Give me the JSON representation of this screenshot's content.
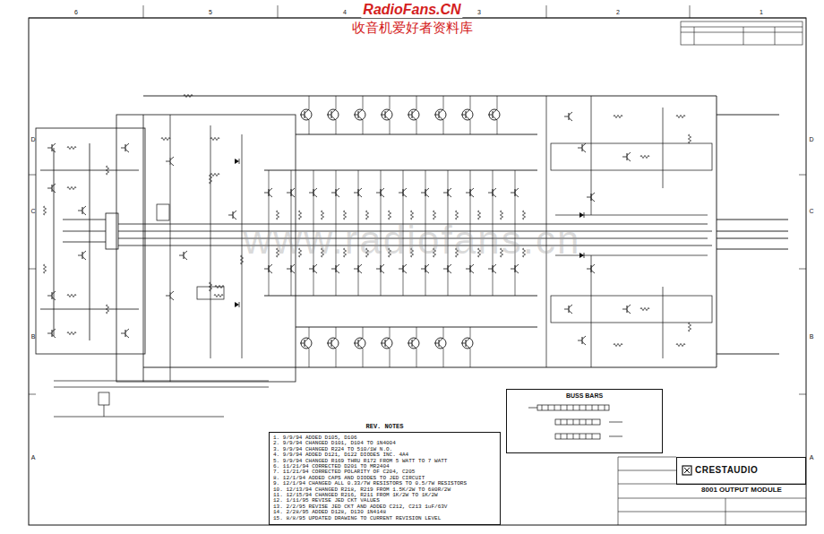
{
  "diagram": {
    "title": "8001 OUTPUT MODULE",
    "nodes": [
      {
        "text": [
          "REV. NOTES",
          "1. 9/9/94 ADDED D105, D106",
          "2. 9/9/94 CHANGED D101, D104 TO 1N4004",
          "3. 9/9/94 CHANGED R224 TO 510/1W N.O.",
          "4. 9/9/94 ADDED D121, D122 DIODES INC. 4A4",
          "5. 9/9/94 CHANGED R169 THRU R172 FROM 5 WATT TO 7 WATT",
          "6. 11/21/94 CORRECTED D201 TO MR2404",
          "7. 11/21/94 CORRECTED POLARITY OF C204, C205",
          "8. 12/1/94 ADDED CAPS AND DIODES TO JED CIRCUIT",
          "9. 12/1/94 CHANGED ALL 0.33/7W RESISTORS TO 0.5/7W RESISTORS",
          "10. 12/13/94 CHANGED R218, R219 FROM 1.5K/2W TO 680R/2W",
          "11. 12/15/94 CHANGED R216, R211 FROM 1K/2W TO 1K/2W",
          "12. 1/11/95 REVISE JED CKT VALUES",
          "13. 2/2/95 REVISE JED CKT AND ADDED C212, C213 1uF/63V",
          "14. 2/28/95 ADDED D128, D130 1N4148",
          "15. 8/8/95 UPDATED DRAWING TO CURRENT REVISION LEVEL"
        ]
      },
      {
        "text": [
          "BUSS BARS"
        ]
      },
      {
        "text": [
          "CRESTAUDIO"
        ]
      }
    ],
    "edges": [],
    "labels": [
      "6",
      "5",
      "4",
      "3",
      "2",
      "1",
      "D",
      "C",
      "B",
      "A",
      "D",
      "C",
      "B",
      "A",
      "RadioFans.CN",
      "收音机爱好者资料库",
      "www.radiofans.cn"
    ]
  }
}
